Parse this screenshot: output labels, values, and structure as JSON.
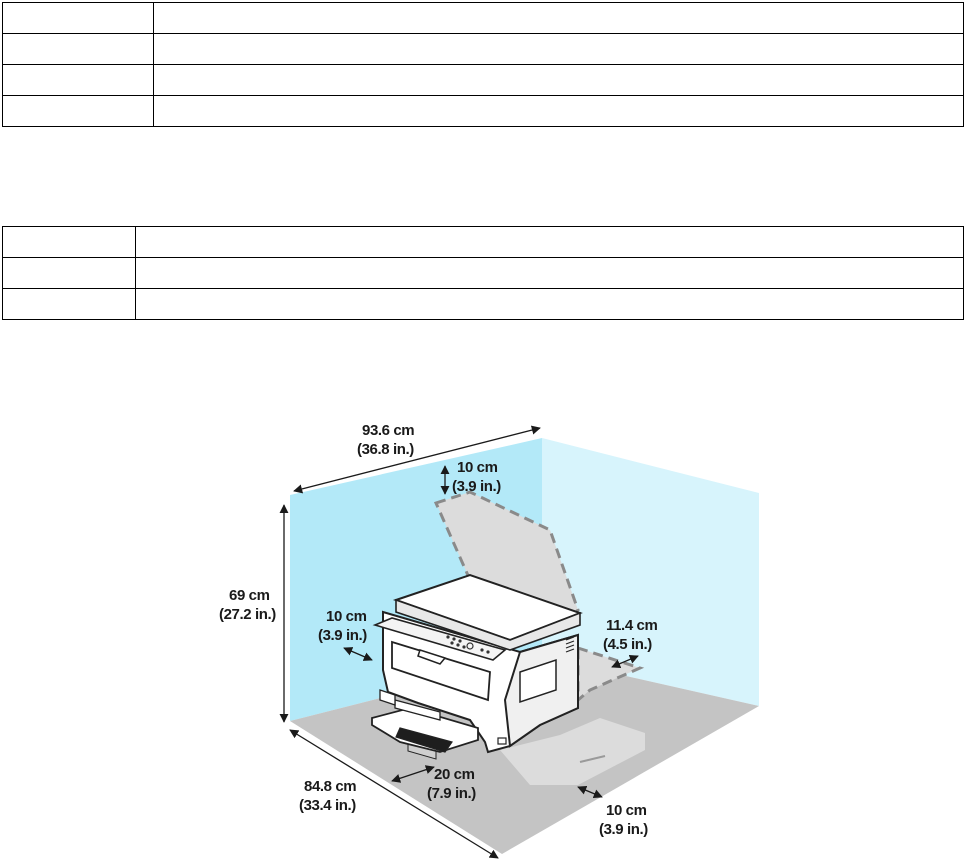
{
  "tables": [
    {
      "rows": [
        [
          "",
          ""
        ],
        [
          "",
          ""
        ],
        [
          "",
          ""
        ],
        [
          "",
          ""
        ]
      ]
    },
    {
      "rows": [
        [
          "",
          ""
        ],
        [
          "",
          ""
        ],
        [
          "",
          ""
        ]
      ]
    }
  ],
  "diagram": {
    "width_label": {
      "metric": "93.6 cm",
      "imperial": "(36.8 in.)"
    },
    "height_label": {
      "metric": "69 cm",
      "imperial": "(27.2 in.)"
    },
    "depth_label": {
      "metric": "84.8 cm",
      "imperial": "(33.4 in.)"
    },
    "top_clearance": {
      "metric": "10 cm",
      "imperial": "(3.9 in.)"
    },
    "left_clearance": {
      "metric": "10 cm",
      "imperial": "(3.9 in.)"
    },
    "right_clearance": {
      "metric": "11.4 cm",
      "imperial": "(4.5 in.)"
    },
    "front_clearance": {
      "metric": "20 cm",
      "imperial": "(7.9 in.)"
    },
    "back_clearance": {
      "metric": "10 cm",
      "imperial": "(3.9 in.)"
    },
    "colors": {
      "left_wall": "#b3e9f8",
      "right_wall": "#d7f4fc",
      "floor": "#c4c4c4",
      "clearance_zone": "#dcdcdc",
      "dashed_outline": "#8a8a8a",
      "printer_body": "#ffffff",
      "printer_outline": "#222222"
    }
  }
}
